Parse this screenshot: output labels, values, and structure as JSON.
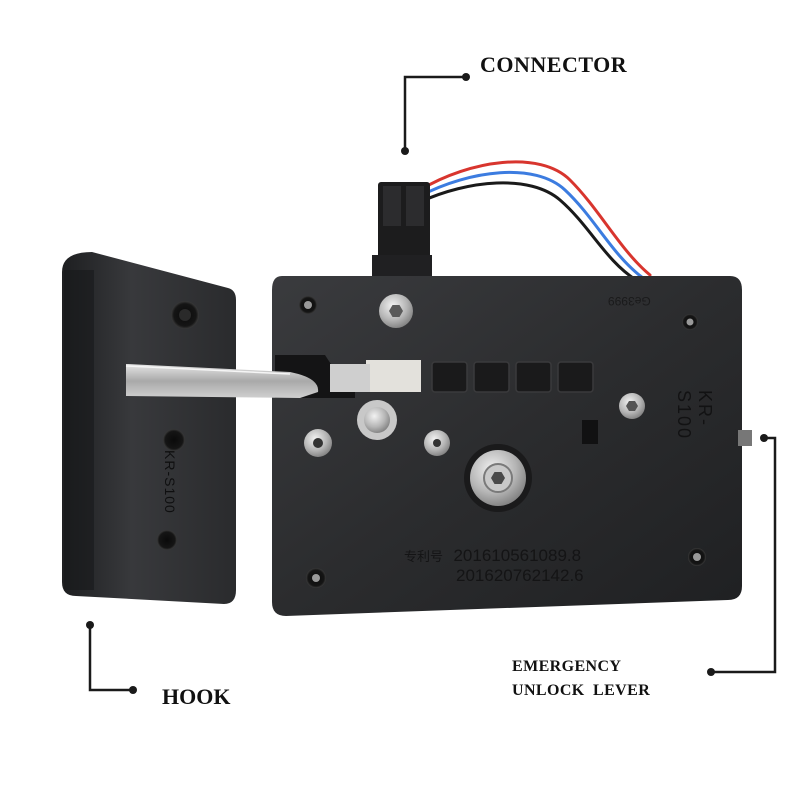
{
  "callouts": {
    "connector": "CONNECTOR",
    "hook": "HOOK",
    "emergency_line1": "EMERGENCY",
    "emergency_line2": "UNLOCK  LEVER"
  },
  "device_markings": {
    "model_on_hook": "KR-S100",
    "model_on_body": "KR-S100",
    "top_engraving": "Ge3999",
    "patent_prefix": "专利号",
    "patent_1": "201610561089.8",
    "patent_2": "201620762142.6"
  },
  "colors": {
    "device_body": "#2b2c2e",
    "wire_red": "#d8352e",
    "wire_blue": "#3c7ce0",
    "wire_black": "#1a1a1a",
    "callout_line": "#1a1a1a"
  }
}
